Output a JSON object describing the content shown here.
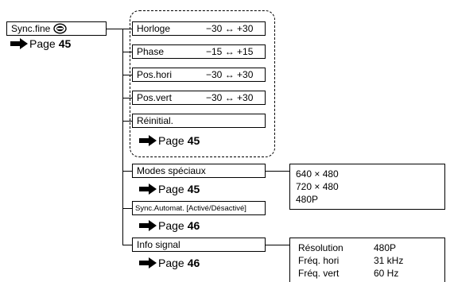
{
  "root": {
    "label": "Sync.fine",
    "icon": "sync-adjust-icon",
    "page_text": "Page",
    "page_num": "45"
  },
  "group1": {
    "items": [
      {
        "label": "Horloge",
        "range": "−30 ↔ +30"
      },
      {
        "label": "Phase",
        "range": "−15 ↔ +15"
      },
      {
        "label": "Pos.hori",
        "range": "−30 ↔ +30"
      },
      {
        "label": "Pos.vert",
        "range": "−30 ↔ +30"
      },
      {
        "label": "Réinitial.",
        "range": ""
      }
    ],
    "page_text": "Page",
    "page_num": "45"
  },
  "modes": {
    "label": "Modes spéciaux",
    "page_text": "Page",
    "page_num": "45",
    "options": [
      "640 × 480",
      "720 × 480",
      "480P"
    ]
  },
  "auto": {
    "label": "Sync.Automat. [Activé/Désactivé]",
    "page_text": "Page",
    "page_num": "46"
  },
  "info": {
    "label": "Info signal",
    "page_text": "Page",
    "page_num": "46",
    "rows": [
      {
        "key": "Résolution",
        "value": "480P"
      },
      {
        "key": "Fréq. hori",
        "value": "31 kHz"
      },
      {
        "key": "Fréq. vert",
        "value": "60 Hz"
      }
    ]
  }
}
